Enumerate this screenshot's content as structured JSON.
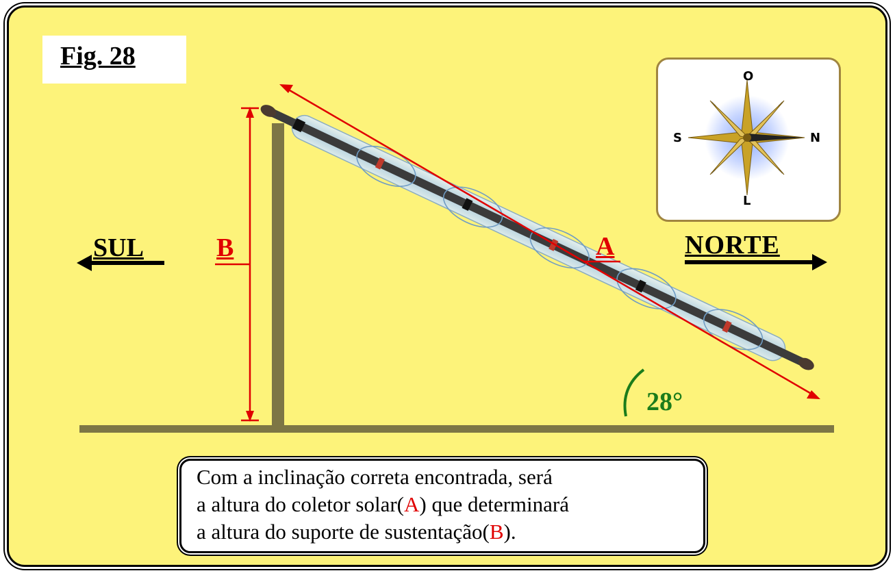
{
  "figure": {
    "label": "Fig. 28"
  },
  "directions": {
    "left": "SUL",
    "right": "NORTE"
  },
  "measures": {
    "collector_label": "A",
    "support_label": "B",
    "angle_label": "28°",
    "angle_degrees": 28
  },
  "compass": {
    "north": "N",
    "south": "S",
    "east": "L",
    "west": "O"
  },
  "caption": {
    "line1": "Com a inclinação correta encontrada, será",
    "line2_prefix": "a altura do coletor solar(",
    "line2_mark": "A",
    "line2_suffix": ") que determinará",
    "line3_prefix": "a altura do suporte de sustentação(",
    "line3_mark": "B",
    "line3_suffix": ")."
  },
  "colors": {
    "background": "#fdf37a",
    "ground": "#7d7645",
    "measure": "#e00000",
    "angle": "#1b7c1b",
    "tube": "#bcd7ee",
    "compass_gold": "#c9a227"
  }
}
